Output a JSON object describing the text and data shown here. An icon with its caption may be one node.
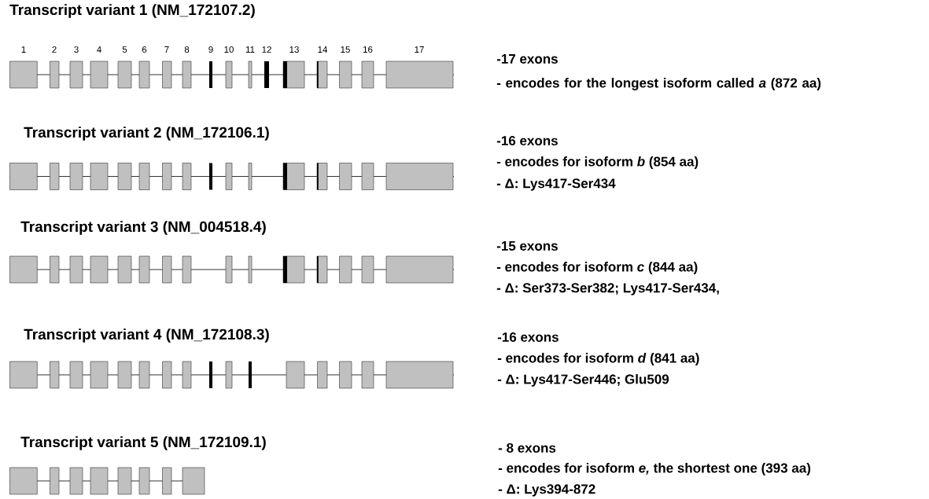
{
  "diagram": {
    "labels": [
      "Transcript variant 1 (NM_172107.2)",
      "1",
      "2",
      "3",
      "4",
      "5",
      "6",
      "7",
      "8",
      "9",
      "10",
      "11",
      "12",
      "13",
      "14",
      "15",
      "16",
      "17",
      "-17 exons",
      "- encodes for the longest isoform called *a* (872 aa)",
      "Transcript variant 2 (NM_172106.1)",
      "-16 exons",
      "- encodes for isoform *b* (854 aa)",
      "- Δ: Lys417-Ser434",
      "Transcript variant 3 (NM_004518.4)",
      "-15 exons",
      "- encodes for isoform *c* (844 aa)",
      "- Δ: Ser373-Ser382; Lys417-Ser434,",
      "Transcript variant 4 (NM_172108.3)",
      "-16 exons",
      "- encodes for isoform *d* (841 aa)",
      "- Δ: Lys417-Ser446; Glu509",
      "Transcript variant 5 (NM_172109.1)",
      "- 8 exons",
      "- encodes for isoform *e,* the shortest one (393 aa)",
      "- Δ: Lys394-872"
    ]
  }
}
